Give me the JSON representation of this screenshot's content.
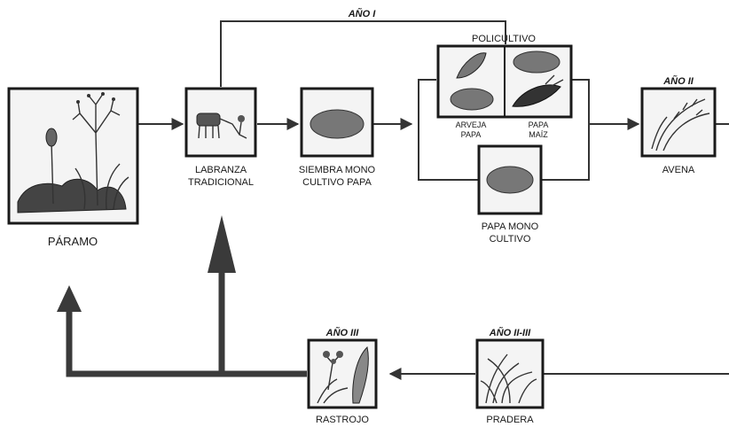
{
  "nodes": {
    "paramo": {
      "label": "PÁRAMO",
      "icon": "paramo-plants-icon"
    },
    "labranza": {
      "line1": "LABRANZA",
      "line2": "TRADICIONAL",
      "icon": "ox-plow-icon"
    },
    "siembra": {
      "line1": "SIEMBRA MONO",
      "line2": "CULTIVO PAPA",
      "icon": "potato-icon"
    },
    "policultivo": {
      "title": "POLICULTIVO",
      "left": {
        "line1": "ARVEJA",
        "line2": "PAPA",
        "icon": "pea-potato-icon"
      },
      "right": {
        "line1": "PAPA",
        "line2": "MAÍZ",
        "icon": "potato-corn-icon"
      }
    },
    "papa_mono": {
      "line1": "PAPA MONO",
      "line2": "CULTIVO",
      "icon": "potato-icon"
    },
    "avena": {
      "label": "AVENA",
      "year": "AÑO II",
      "icon": "oat-icon"
    },
    "pradera": {
      "label": "PRADERA",
      "year": "AÑO II-III",
      "icon": "grass-icon"
    },
    "rastrojo": {
      "label": "RASTROJO",
      "year": "AÑO III",
      "icon": "shrub-icon"
    }
  },
  "connectors": {
    "loop_label": "AÑO I"
  }
}
